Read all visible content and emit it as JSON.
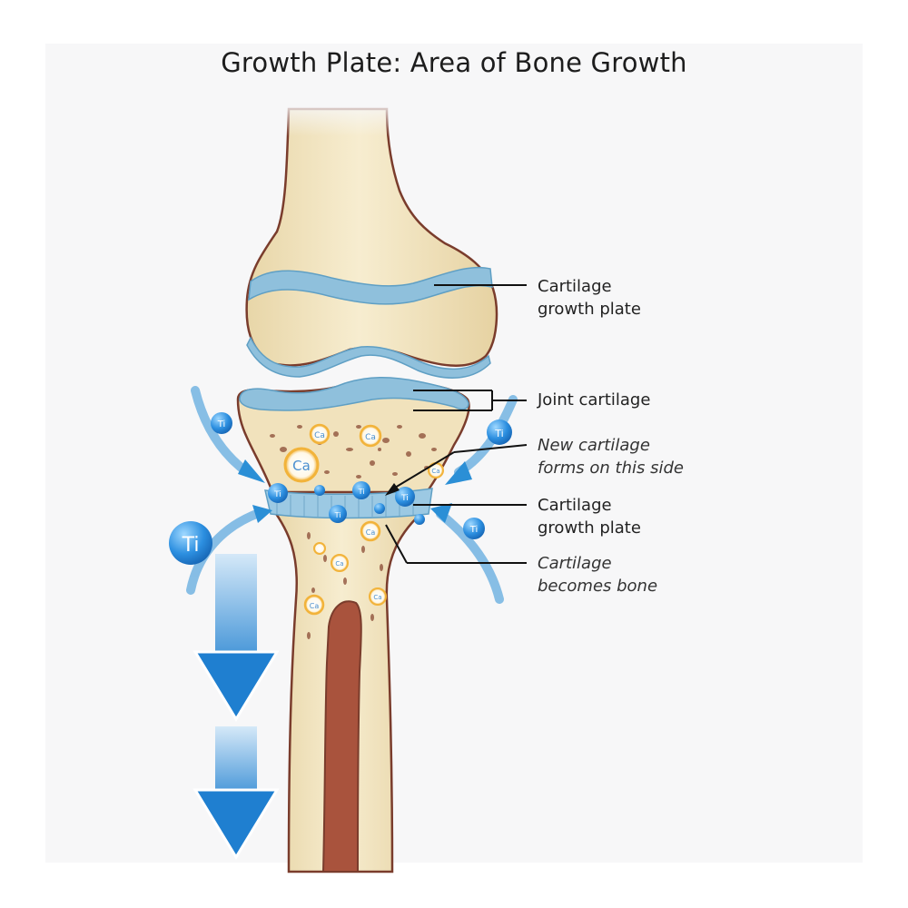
{
  "title": "Growth Plate: Area of Bone Growth",
  "labels": [
    {
      "key": "upper-growth-plate",
      "line1": "Cartilage",
      "line2": "growth plate",
      "italic": false
    },
    {
      "key": "joint-cartilage",
      "line1": "Joint cartilage",
      "line2": "",
      "italic": false
    },
    {
      "key": "new-cartilage",
      "line1": "New cartilage",
      "line2": "forms on this side",
      "italic": true
    },
    {
      "key": "lower-growth-plate",
      "line1": "Cartilage",
      "line2": "growth plate",
      "italic": false
    },
    {
      "key": "becomes-bone",
      "line1": "Cartilage",
      "line2": "becomes bone",
      "italic": true
    }
  ],
  "markers": {
    "titanium": "Ti",
    "calcium": "Ca"
  },
  "colors": {
    "bone": "#f3e6c2",
    "cartilage": "#8fc0dc",
    "outline": "#7a3c2c",
    "arrow": "#2b8fd6",
    "calcium": "#f2b33a",
    "marrow": "#a9533d"
  }
}
